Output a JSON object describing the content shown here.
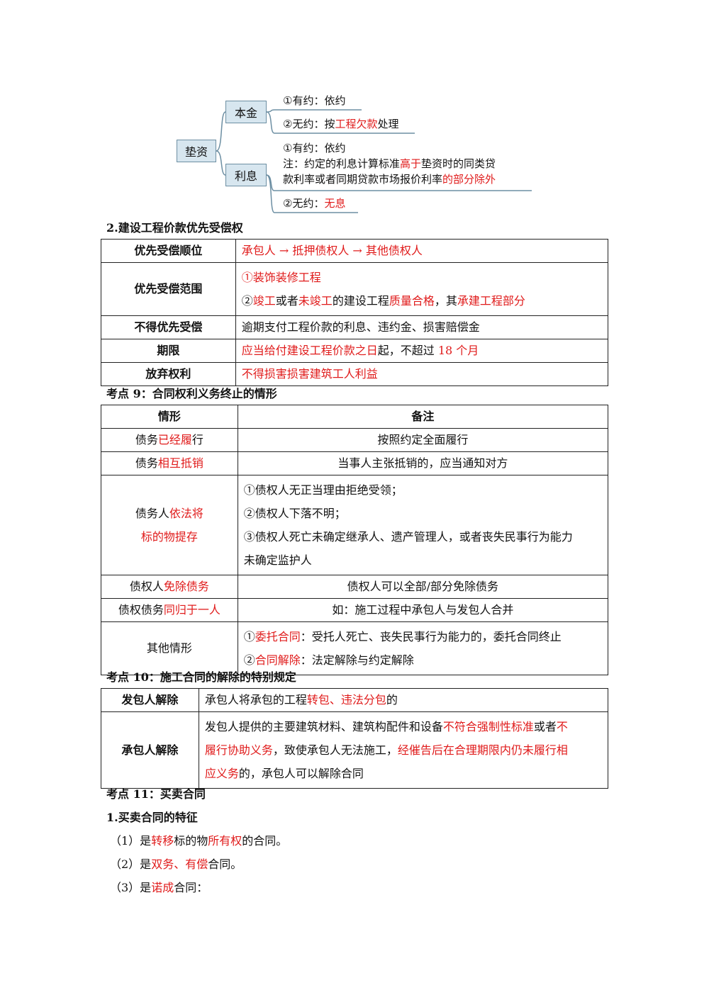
{
  "mindmap": {
    "root": "垫资",
    "branch1": "本金",
    "branch2": "利息",
    "b1_item1": "①有约：依约",
    "b1_item2_pre": "②无约：按",
    "b1_item2_red": "工程欠款",
    "b1_item2_post": "处理",
    "b2_item1": "①有约：依约",
    "b2_note1_pre": "注：约定的利息计算标准",
    "b2_note1_red": "高于",
    "b2_note1_post": "垫资时的同类贷",
    "b2_note2_pre": "款利率或者同期贷款市场报价利率",
    "b2_note2_red": "的部分除外",
    "b2_item2_pre": "②无约：",
    "b2_item2_red": "无息"
  },
  "section2": {
    "heading": "2.建设工程价款优先受偿权",
    "rows": [
      {
        "key": "优先受偿顺位",
        "v1": "承包人 → 抵押债权人 → 其他债权人"
      },
      {
        "key": "优先受偿范围",
        "l1": "①装饰装修工程",
        "l2a": "②",
        "l2b": "竣工",
        "l2c": "或者",
        "l2d": "未竣工",
        "l2e": "的建设工程",
        "l2f": "质量合格",
        "l2g": "，其",
        "l2h": "承建工程部分"
      },
      {
        "key": "不得优先受偿",
        "v1": "逾期支付工程价款的利息、违约金、损害赔偿金"
      },
      {
        "key": "期限",
        "a": "应当给付建设工程价款之日",
        "b": "起，不超过 ",
        "c": "18 个月"
      },
      {
        "key": "放弃权利",
        "v1": "不得损害损害建筑工人利益"
      }
    ]
  },
  "section9": {
    "heading": "考点 9：合同权利义务终止的情形",
    "col1": "情形",
    "col2": "备注",
    "r1": {
      "a": "债务",
      "b": "已经履",
      "c": "行",
      "note": "按照约定全面履行"
    },
    "r2": {
      "a": "债务",
      "b": "相互抵销",
      "note": "当事人主张抵销的，应当通知对方"
    },
    "r3": {
      "a": "债务人",
      "b": "依法将",
      "c": "标的物提存",
      "n1": "①债权人无正当理由拒绝受领；",
      "n2": "②债权人下落不明；",
      "n3": "③债权人死亡未确定继承人、遗产管理人，或者丧失民事行为能力",
      "n4": "未确定监护人"
    },
    "r4": {
      "a": "债权人",
      "b": "免除债务",
      "note": "债权人可以全部/部分免除债务"
    },
    "r5": {
      "a": "债权债务",
      "b": "同归于一人",
      "note": "如：施工过程中承包人与发包人合并"
    },
    "r6": {
      "a": "其他情形",
      "n1a": "①",
      "n1b": "委托合同",
      "n1c": "：受托人死亡、丧失民事行为能力的，委托合同终止",
      "n2a": "②",
      "n2b": "合同解除",
      "n2c": "：法定解除与约定解除"
    }
  },
  "section10": {
    "heading": "考点 10：施工合同的解除的特别规定",
    "r1": {
      "key": "发包人解除",
      "a": "承包人将承包的工程",
      "b": "转包、违法分包",
      "c": "的"
    },
    "r2": {
      "key": "承包人解除",
      "a": "发包人提供的主要建筑材料、建筑构配件和设备",
      "b": "不符合强制性标准",
      "c": "或者",
      "d": "不",
      "e": "履行协助义务",
      "f": "，致使承包人无法施工，",
      "g": "经催告后在合理期限内仍未履行相",
      "h": "应义务",
      "i": "的，承包人可以解除合同"
    }
  },
  "section11": {
    "heading": "考点 11：买卖合同",
    "sub": "1.买卖合同的特征",
    "i1": {
      "a": "（1）是",
      "b": "转移",
      "c": "标的物",
      "d": "所有权",
      "e": "的合同。"
    },
    "i2": {
      "a": "（2）是",
      "b": "双务、有偿",
      "c": "合同。"
    },
    "i3": {
      "a": "（3）是",
      "b": "诺成",
      "c": "合同："
    }
  }
}
